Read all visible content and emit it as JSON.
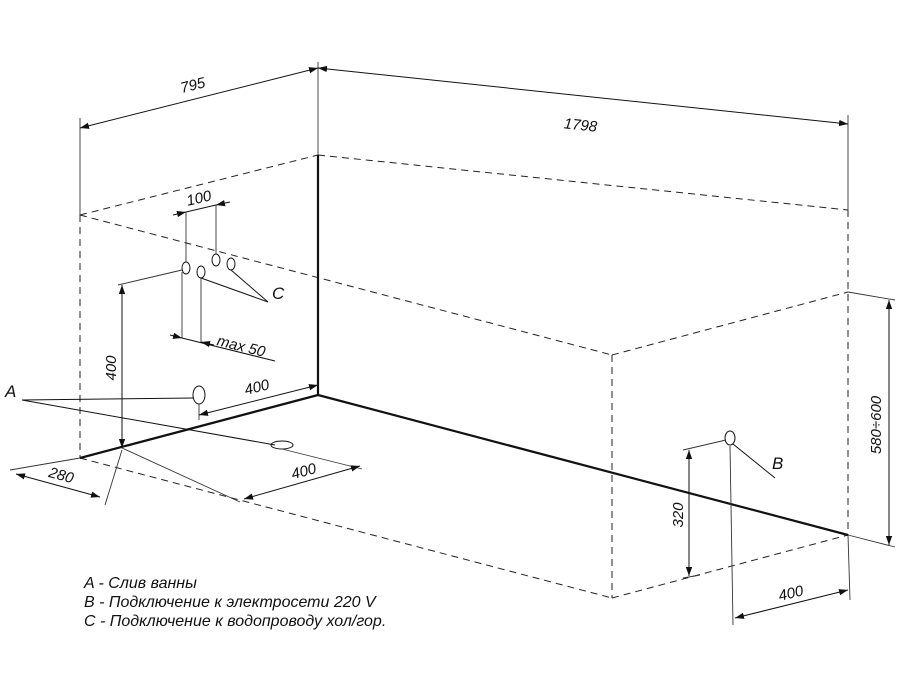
{
  "dimensions": {
    "width": "795",
    "length": "1798",
    "height": "580÷600",
    "inlet_spacing": "100",
    "inlet_offset": "max 50",
    "inlet_height": "400",
    "inlet_from_side": "400",
    "drain_from_wall": "280",
    "drain_from_end": "400",
    "power_height": "320",
    "power_from_end": "400"
  },
  "markers": {
    "drain": "A",
    "power": "B",
    "water": "C"
  },
  "legend": [
    "A - Слив ванны",
    "B - Подключение к электросети 220 V",
    "C - Подключение к водопроводу хол/гор."
  ]
}
